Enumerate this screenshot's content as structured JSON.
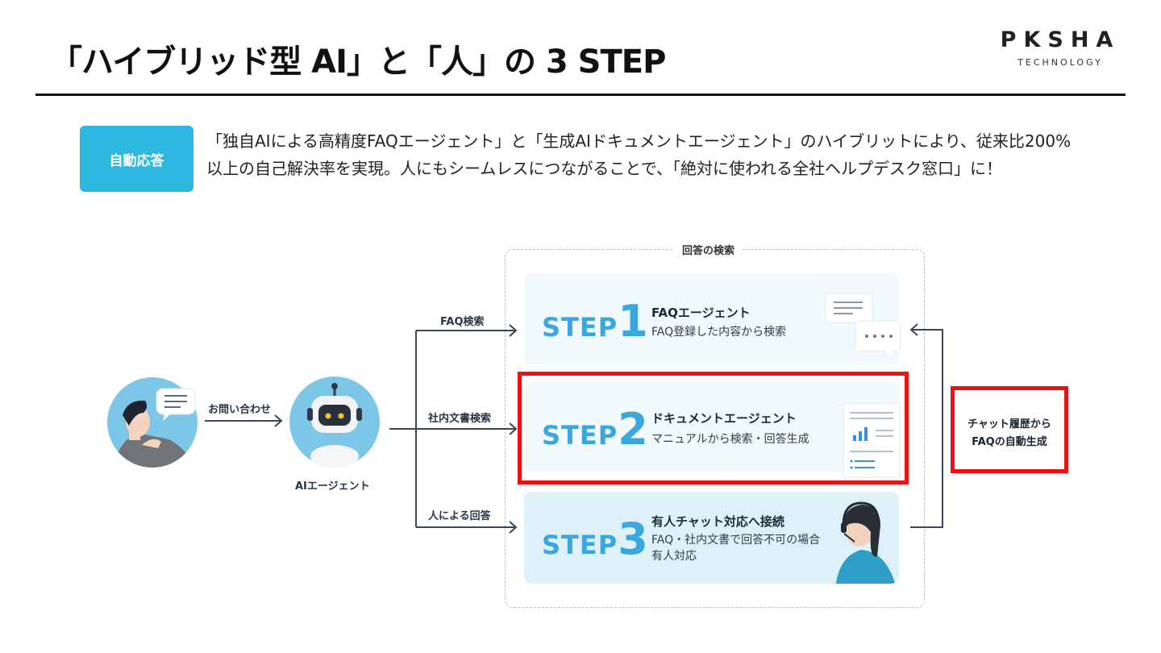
{
  "header": {
    "title": "「ハイブリッド型 AI」と「人」の 3 STEP",
    "logo_main": "PKSHA",
    "logo_sub": "TECHNOLOGY"
  },
  "intro": {
    "badge": "自動応答",
    "text": "「独自AIによる高精度FAQエージェント」と「生成AIドキュメントエージェント」のハイブリットにより、従来比200%以上の自己解決率を実現。人にもシームレスにつながることで、「絶対に使われる全社ヘルプデスク窓口」に！"
  },
  "diagram": {
    "search_box_title": "回答の検索",
    "inquiry_label": "お問い合わせ",
    "ai_agent_label": "AIエージェント",
    "branch_labels": [
      "FAQ検索",
      "社内文書検索",
      "人による回答"
    ],
    "steps": [
      {
        "word": "STEP",
        "num": "1",
        "title": "FAQエージェント",
        "desc": "FAQ登録した内容から検索"
      },
      {
        "word": "STEP",
        "num": "2",
        "title": "ドキュメントエージェント",
        "desc": "マニュアルから検索・回答生成"
      },
      {
        "word": "STEP",
        "num": "3",
        "title": "有人チャット対応へ接続",
        "desc": "FAQ・社内文書で回答不可の場合有人対応"
      }
    ],
    "right_label_line1": "チャット履歴から",
    "right_label_line2": "FAQの自動生成",
    "colors": {
      "accent": "#3aa8df",
      "badge": "#2db8e2",
      "highlight": "#ee1111"
    }
  }
}
